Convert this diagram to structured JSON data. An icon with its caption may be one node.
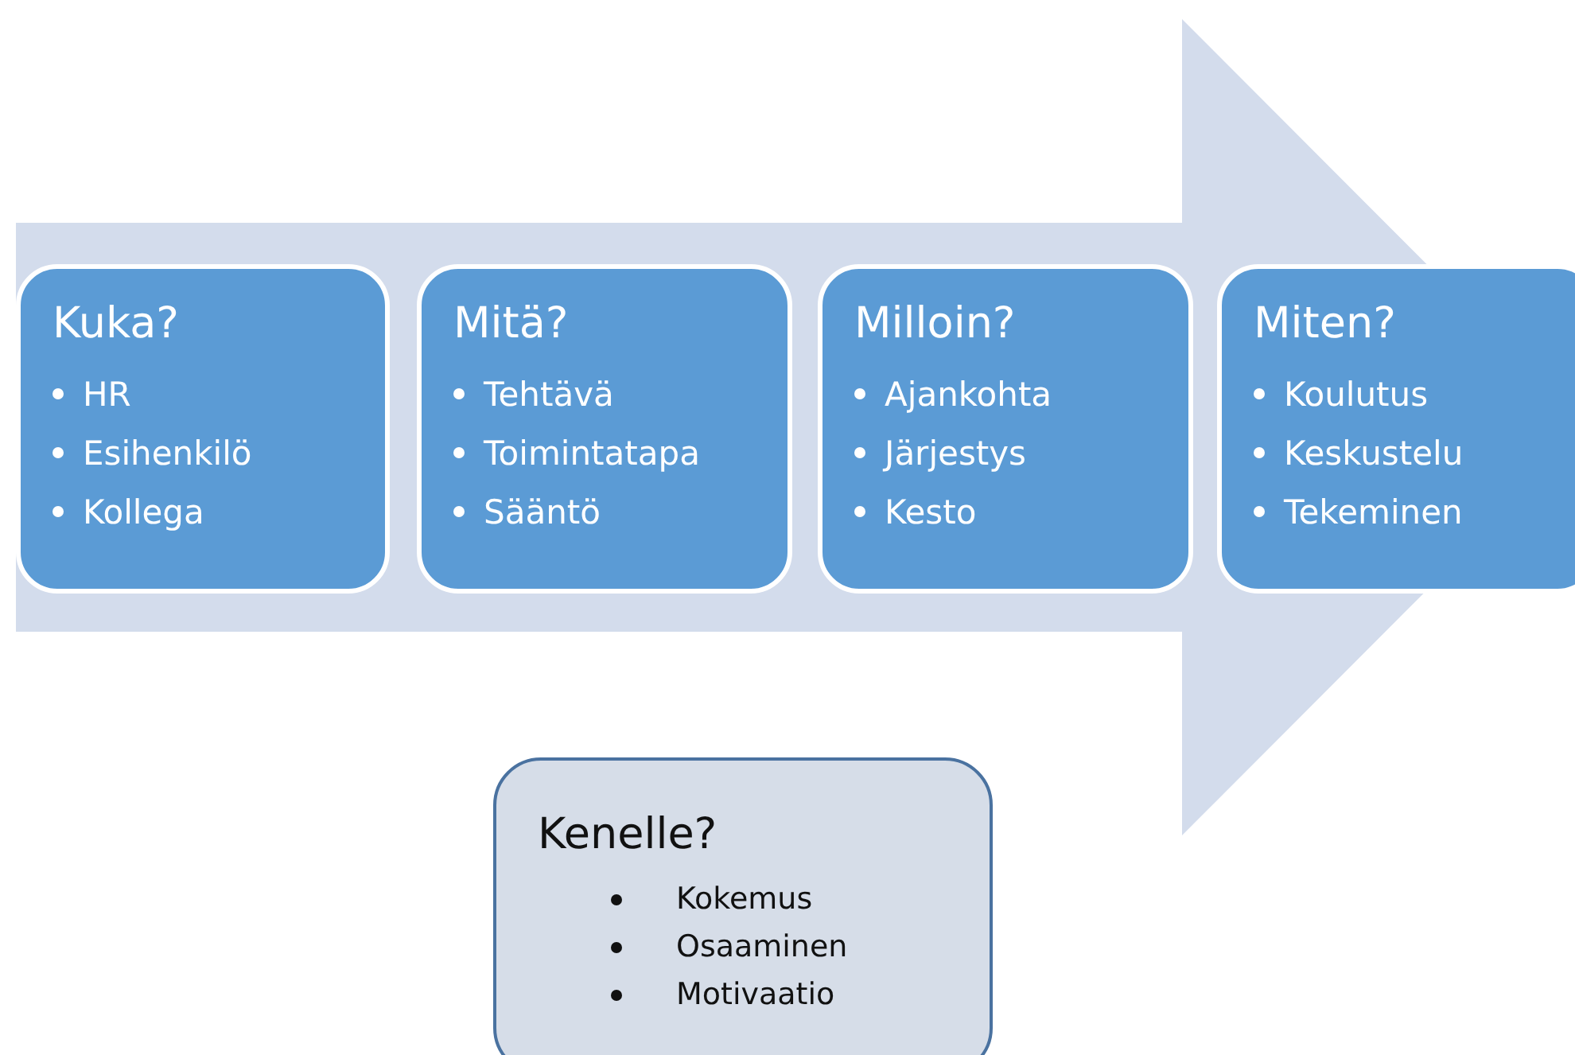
{
  "diagram": {
    "nodes": [
      {
        "text": [
          "Kuka?",
          "HR",
          "Esihenkilö",
          "Kollega"
        ]
      },
      {
        "text": [
          "Mitä?",
          "Tehtävä",
          "Toimintatapa",
          "Sääntö"
        ]
      },
      {
        "text": [
          "Milloin?",
          "Ajankohta",
          "Järjestys",
          "Kesto"
        ]
      },
      {
        "text": [
          "Miten?",
          "Koulutus",
          "Keskustelu",
          "Tekeminen"
        ]
      },
      {
        "text": [
          "Kenelle?",
          "Kokemus",
          "Osaaminen",
          "Motivaatio"
        ]
      }
    ],
    "edges": [
      {
        "from": 0,
        "to": 3,
        "arrow": "to"
      }
    ]
  }
}
